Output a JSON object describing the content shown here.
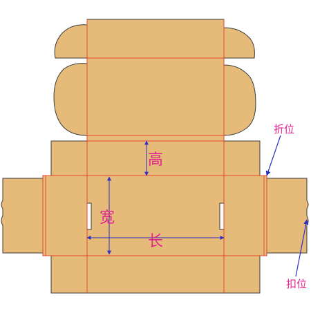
{
  "labels": {
    "height": "高",
    "width": "宽",
    "length": "长",
    "fold_position": "折位",
    "tab_position": "扣位"
  },
  "colors": {
    "cardboard": "#e6ba78",
    "outline": "#3b3b3b",
    "fold_line": "#e8452c",
    "dimension_line": "#2d2fc4",
    "label_text": "#e0238f"
  }
}
